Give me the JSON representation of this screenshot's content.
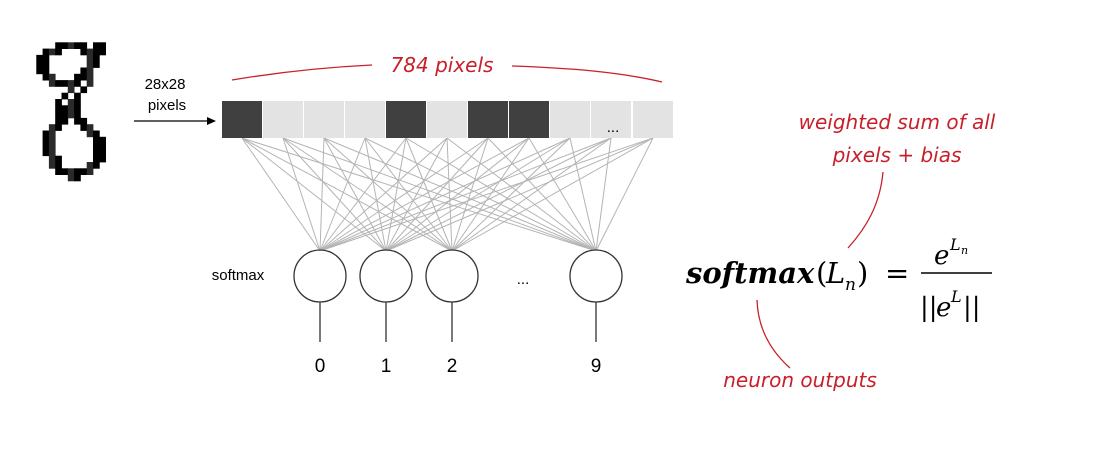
{
  "input": {
    "label_line1": "28x28",
    "label_line2": "pixels",
    "pixel_count_label": "784 pixels",
    "pixels": [
      "dark",
      "light",
      "light",
      "light",
      "dark",
      "light",
      "dark",
      "dark",
      "light",
      "light"
    ],
    "ellipsis": "..."
  },
  "layer": {
    "activation_label": "softmax",
    "neuron_ellipsis": "...",
    "outputs": [
      "0",
      "1",
      "2",
      "9"
    ]
  },
  "annotations": {
    "weighted_sum_line1": "weighted sum of all",
    "weighted_sum_line2": "pixels + bias",
    "neuron_outputs": "neuron outputs"
  },
  "formula": {
    "function_name": "softmax",
    "open_paren": "(",
    "arg_base": "L",
    "arg_sub": "n",
    "close_paren": ")",
    "equals": "=",
    "numerator_base": "e",
    "numerator_exp_base": "L",
    "numerator_exp_sub": "n",
    "denom_left": "||",
    "denom_base": "e",
    "denom_exp": "L",
    "denom_right": "||"
  },
  "colors": {
    "dark_pixel": "#404040",
    "light_pixel": "#e3e3e3",
    "annotation_red": "#c8202a",
    "connection_gray": "#b4b4b4",
    "digit_ink": "#000000"
  }
}
